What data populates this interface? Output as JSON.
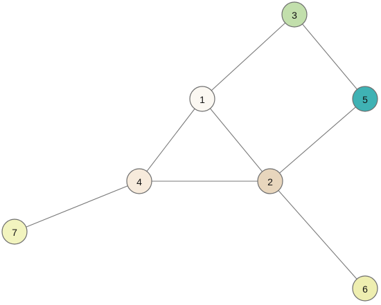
{
  "graph": {
    "nodes": [
      {
        "id": "1",
        "label": "1",
        "color": "#fbf8f2"
      },
      {
        "id": "2",
        "label": "2",
        "color": "#e8d6bd"
      },
      {
        "id": "3",
        "label": "3",
        "color": "#c2dfac"
      },
      {
        "id": "4",
        "label": "4",
        "color": "#f7ebdc"
      },
      {
        "id": "5",
        "label": "5",
        "color": "#3fb2b4"
      },
      {
        "id": "6",
        "label": "6",
        "color": "#eeeeb0"
      },
      {
        "id": "7",
        "label": "7",
        "color": "#f2f4bf"
      }
    ],
    "edges": [
      {
        "source": "1",
        "target": "3"
      },
      {
        "source": "3",
        "target": "5"
      },
      {
        "source": "1",
        "target": "4"
      },
      {
        "source": "1",
        "target": "2"
      },
      {
        "source": "4",
        "target": "2"
      },
      {
        "source": "2",
        "target": "5"
      },
      {
        "source": "2",
        "target": "6"
      },
      {
        "source": "4",
        "target": "7"
      }
    ]
  }
}
